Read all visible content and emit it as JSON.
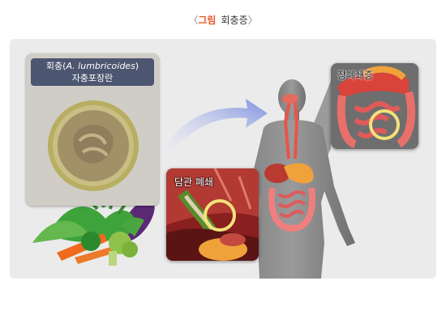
{
  "header": {
    "open_bracket": "〈",
    "label": "그림",
    "name": "회충증",
    "close_bracket": "〉"
  },
  "egg_panel": {
    "line1_prefix": "회충(",
    "line1_latin": "A. lumbricoides",
    "line1_suffix": ")",
    "line2": "자충포장란"
  },
  "insets": {
    "bile": {
      "label": "담관 폐쇄"
    },
    "bowel": {
      "label": "장폐쇄증"
    }
  },
  "colors": {
    "title_accent": "#e0582a",
    "egg_label_bg": "#4d5670",
    "panel_bg": "#ebebeb",
    "highlight_ring": "#f2e27a",
    "arrow": "#8b9ae0"
  }
}
